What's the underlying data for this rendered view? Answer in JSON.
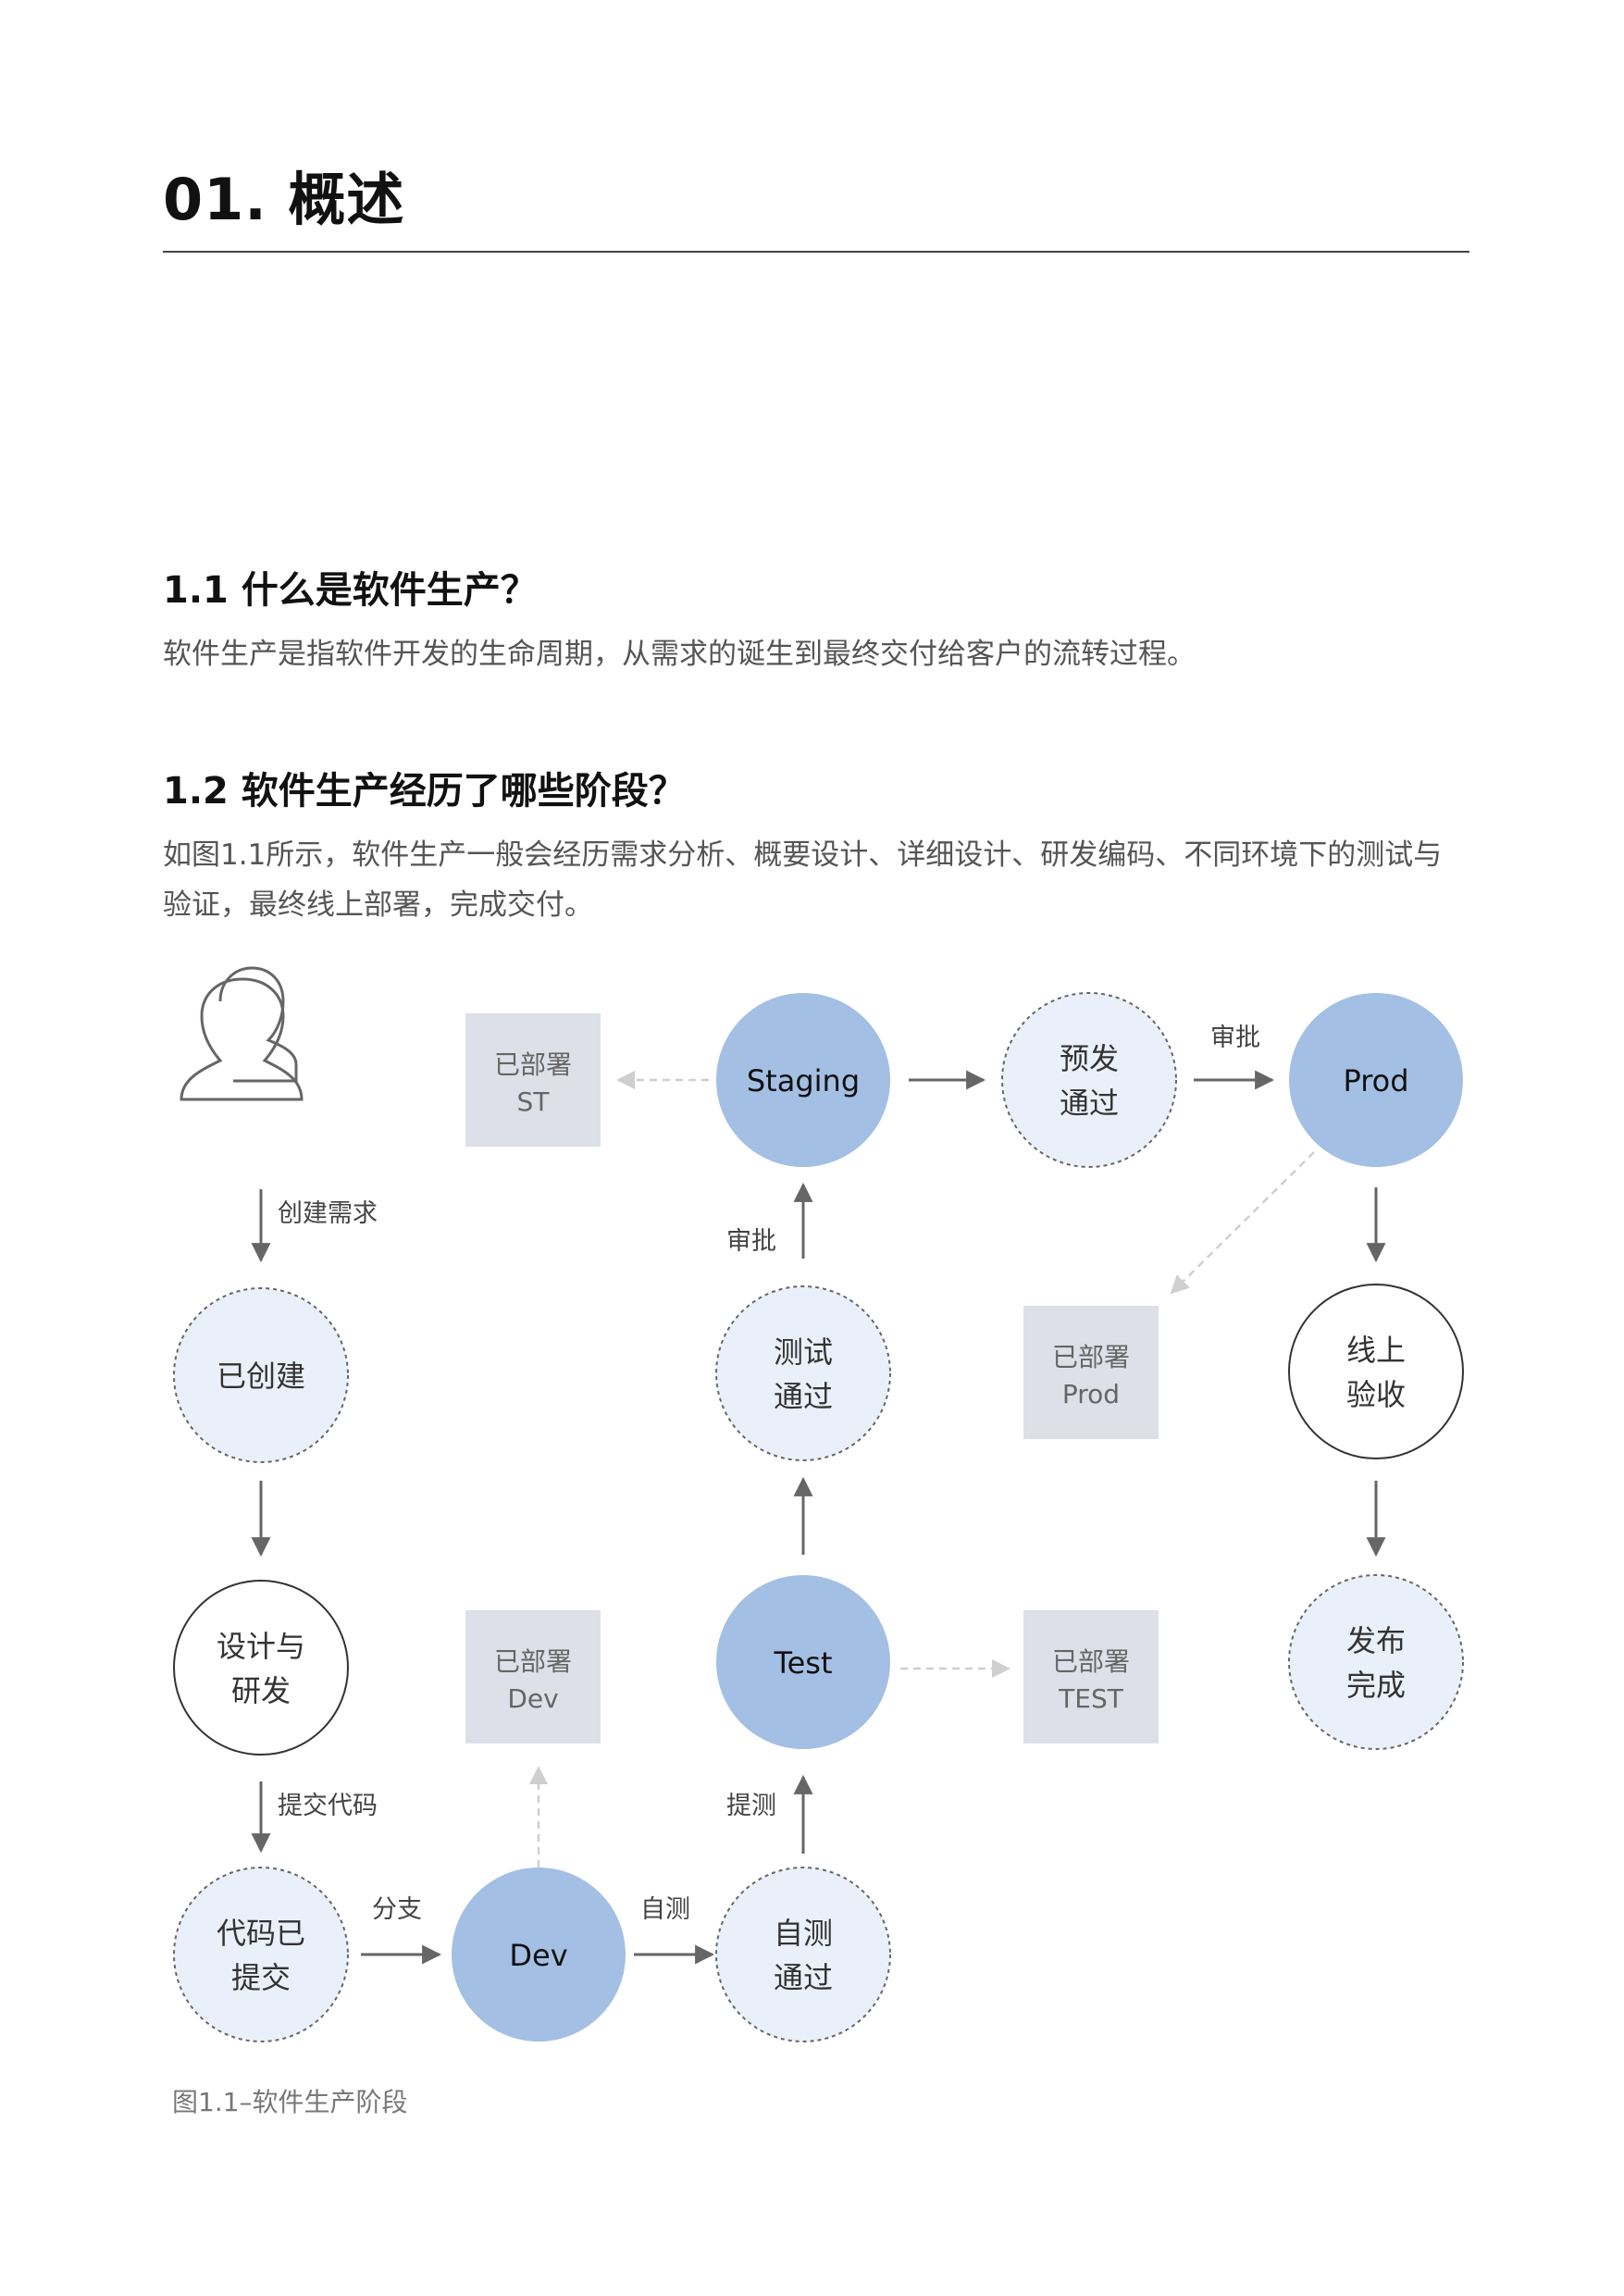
{
  "header": {
    "title": "01. 概述"
  },
  "section1": {
    "heading": "1.1 什么是软件生产？",
    "body": "软件生产是指软件开发的生命周期，从需求的诞生到最终交付给客户的流转过程。"
  },
  "section2": {
    "heading": "1.2 软件生产经历了哪些阶段？",
    "body": "如图1.1所示，软件生产一般会经历需求分析、概要设计、详细设计、研发编码、不同环境下的测试与验证，最终线上部署，完成交付。"
  },
  "diagram": {
    "nodes": {
      "created": "已创建",
      "design_l1": "设计与",
      "design_l2": "研发",
      "code_l1": "代码已",
      "code_l2": "提交",
      "dev": "Dev",
      "selftest_l1": "自测",
      "selftest_l2": "通过",
      "test": "Test",
      "testpass_l1": "测试",
      "testpass_l2": "通过",
      "staging": "Staging",
      "prepass_l1": "预发",
      "prepass_l2": "通过",
      "prod": "Prod",
      "online_l1": "线上",
      "online_l2": "验收",
      "release_l1": "发布",
      "release_l2": "完成"
    },
    "deploy_boxes": {
      "st_l1": "已部署",
      "st_l2": "ST",
      "dev_l1": "已部署",
      "dev_l2": "Dev",
      "prod_l1": "已部署",
      "prod_l2": "Prod",
      "test_l1": "已部署",
      "test_l2": "TEST"
    },
    "edges": {
      "create_req": "创建需求",
      "commit_code": "提交代码",
      "branch": "分支",
      "self_test": "自测",
      "submit_test": "提测",
      "approve_test": "审批",
      "approve_pre": "审批"
    },
    "colors": {
      "solid_node": "#a4bfe4",
      "dashed_node_fill": "#eaf0f9",
      "box_fill": "#dde0e8",
      "arrow": "#666666",
      "arrow_light": "#cccccc"
    }
  },
  "caption": "图1.1–软件生产阶段"
}
